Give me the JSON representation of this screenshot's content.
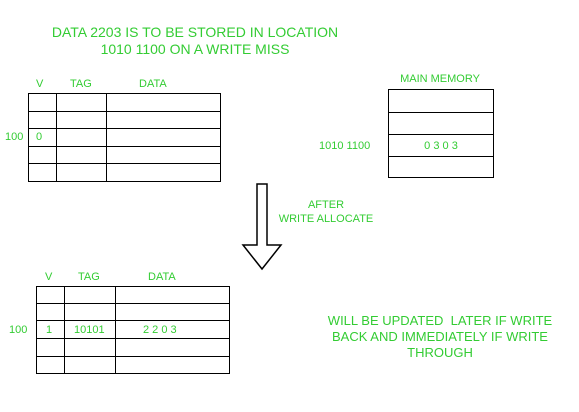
{
  "title": {
    "line1": "DATA 2203 IS TO BE STORED IN LOCATION",
    "line2": "1010 1100 ON A WRITE MISS"
  },
  "cache_before": {
    "headers": {
      "v": "V",
      "tag": "TAG",
      "data": "DATA"
    },
    "row_index_label": "100",
    "row_v": "0"
  },
  "main_memory": {
    "title": "MAIN MEMORY",
    "address_label": "1010 1100",
    "value": "0 3 0 3"
  },
  "transition": {
    "line1": "AFTER",
    "line2": "WRITE ALLOCATE"
  },
  "cache_after": {
    "headers": {
      "v": "V",
      "tag": "TAG",
      "data": "DATA"
    },
    "row_index_label": "100",
    "row_v": "1",
    "row_tag": "10101",
    "row_data": "2 2 0 3"
  },
  "note": {
    "line1": "WILL BE UPDATED  LATER IF WRITE",
    "line2": "BACK AND IMMEDIATELY IF WRITE",
    "line3": "THROUGH"
  },
  "colors": {
    "text": "#33cc33",
    "lines": "#000000"
  }
}
